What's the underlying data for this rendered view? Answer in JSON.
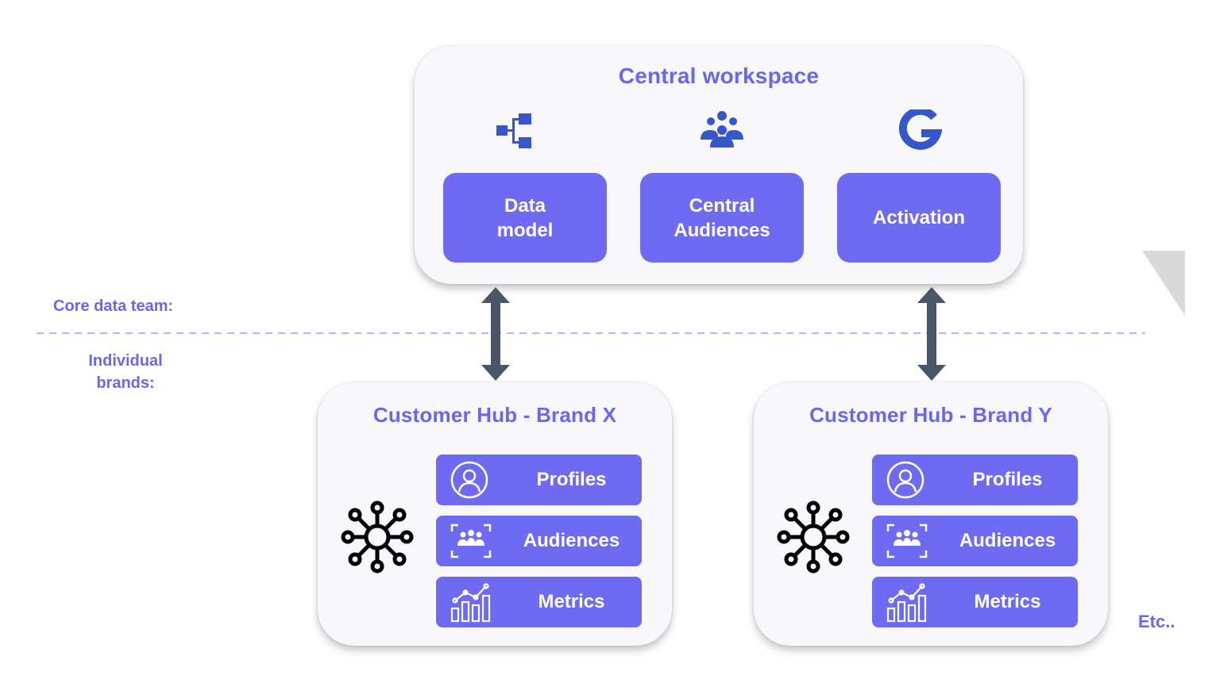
{
  "central": {
    "title": "Central workspace",
    "tiles": [
      {
        "label": "Data\nmodel",
        "icon": "data-model-icon"
      },
      {
        "label": "Central\nAudiences",
        "icon": "team-icon"
      },
      {
        "label": "Activation",
        "icon": "google-icon"
      }
    ]
  },
  "labels": {
    "core_team": "Core data team:",
    "brands": "Individual\nbrands:",
    "etc": "Etc.."
  },
  "hubs": [
    {
      "title": "Customer Hub - Brand X",
      "items": [
        {
          "label": "Profiles",
          "icon": "profile-icon"
        },
        {
          "label": "Audiences",
          "icon": "audience-icon"
        },
        {
          "label": "Metrics",
          "icon": "metrics-icon"
        }
      ]
    },
    {
      "title": "Customer Hub - Brand Y",
      "items": [
        {
          "label": "Profiles",
          "icon": "profile-icon"
        },
        {
          "label": "Audiences",
          "icon": "audience-icon"
        },
        {
          "label": "Metrics",
          "icon": "metrics-icon"
        }
      ]
    }
  ],
  "colors": {
    "accent": "#6f6af2",
    "title": "#6b66ee",
    "icon_blue": "#3557c9",
    "arrow": "#4a5668",
    "divider": "#b9b5f4"
  }
}
